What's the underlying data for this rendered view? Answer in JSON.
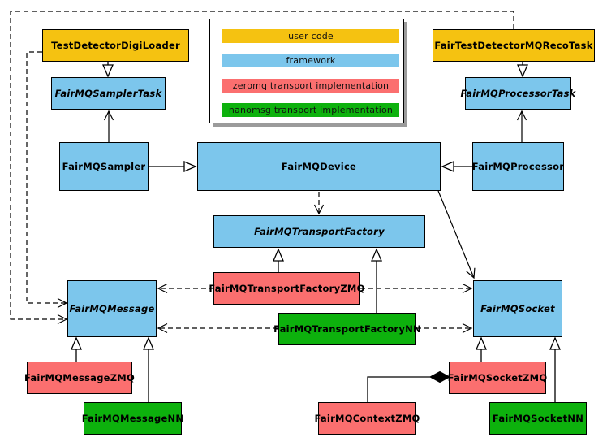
{
  "colors": {
    "user_code": "#F5C211",
    "framework": "#7CC6EC",
    "zeromq": "#FB6F6F",
    "nanomsg": "#0DB10D"
  },
  "legend": {
    "items": [
      {
        "label": "user code",
        "color": "#F5C211"
      },
      {
        "label": "framework",
        "color": "#7CC6EC"
      },
      {
        "label": "zeromq transport implementation",
        "color": "#FB6F6F"
      },
      {
        "label": "nanomsg transport implementation",
        "color": "#0DB10D"
      }
    ]
  },
  "nodes": {
    "test_detector_digi_loader": {
      "label": "TestDetectorDigiLoader",
      "category": "user code",
      "abstract": false
    },
    "fair_test_detector_mq_reco_task": {
      "label": "FairTestDetectorMQRecoTask",
      "category": "user code",
      "abstract": false
    },
    "fairmq_sampler_task": {
      "label": "FairMQSamplerTask",
      "category": "framework",
      "abstract": true
    },
    "fairmq_processor_task": {
      "label": "FairMQProcessorTask",
      "category": "framework",
      "abstract": true
    },
    "fairmq_sampler": {
      "label": "FairMQSampler",
      "category": "framework",
      "abstract": false
    },
    "fairmq_device": {
      "label": "FairMQDevice",
      "category": "framework",
      "abstract": false
    },
    "fairmq_processor": {
      "label": "FairMQProcessor",
      "category": "framework",
      "abstract": false
    },
    "fairmq_transport_factory": {
      "label": "FairMQTransportFactory",
      "category": "framework",
      "abstract": true
    },
    "fairmq_transport_factory_zmq": {
      "label": "FairMQTransportFactoryZMQ",
      "category": "zeromq transport implementation",
      "abstract": false
    },
    "fairmq_transport_factory_nn": {
      "label": "FairMQTransportFactoryNN",
      "category": "nanomsg transport implementation",
      "abstract": false
    },
    "fairmq_message": {
      "label": "FairMQMessage",
      "category": "framework",
      "abstract": true
    },
    "fairmq_socket": {
      "label": "FairMQSocket",
      "category": "framework",
      "abstract": true
    },
    "fairmq_message_zmq": {
      "label": "FairMQMessageZMQ",
      "category": "zeromq transport implementation",
      "abstract": false
    },
    "fairmq_message_nn": {
      "label": "FairMQMessageNN",
      "category": "nanomsg transport implementation",
      "abstract": false
    },
    "fairmq_context_zmq": {
      "label": "FairMQContextZMQ",
      "category": "zeromq transport implementation",
      "abstract": false
    },
    "fairmq_socket_zmq": {
      "label": "FairMQSocketZMQ",
      "category": "zeromq transport implementation",
      "abstract": false
    },
    "fairmq_socket_nn": {
      "label": "FairMQSocketNN",
      "category": "nanomsg transport implementation",
      "abstract": false
    }
  },
  "edges": [
    {
      "from": "TestDetectorDigiLoader",
      "to": "FairMQSamplerTask",
      "relation": "inheritance"
    },
    {
      "from": "FairTestDetectorMQRecoTask",
      "to": "FairMQProcessorTask",
      "relation": "inheritance"
    },
    {
      "from": "FairMQSampler",
      "to": "FairMQDevice",
      "relation": "inheritance"
    },
    {
      "from": "FairMQProcessor",
      "to": "FairMQDevice",
      "relation": "inheritance"
    },
    {
      "from": "FairMQSampler",
      "to": "FairMQSamplerTask",
      "relation": "association"
    },
    {
      "from": "FairMQProcessor",
      "to": "FairMQProcessorTask",
      "relation": "association"
    },
    {
      "from": "FairMQDevice",
      "to": "FairMQTransportFactory",
      "relation": "dependency"
    },
    {
      "from": "FairMQDevice",
      "to": "FairMQSocket",
      "relation": "association"
    },
    {
      "from": "FairMQTransportFactoryZMQ",
      "to": "FairMQTransportFactory",
      "relation": "inheritance"
    },
    {
      "from": "FairMQTransportFactoryNN",
      "to": "FairMQTransportFactory",
      "relation": "inheritance"
    },
    {
      "from": "FairMQTransportFactoryZMQ",
      "to": "FairMQMessage",
      "relation": "dependency"
    },
    {
      "from": "FairMQTransportFactoryZMQ",
      "to": "FairMQSocket",
      "relation": "dependency"
    },
    {
      "from": "FairMQTransportFactoryNN",
      "to": "FairMQMessage",
      "relation": "dependency"
    },
    {
      "from": "FairMQTransportFactoryNN",
      "to": "FairMQSocket",
      "relation": "dependency"
    },
    {
      "from": "TestDetectorDigiLoader",
      "to": "FairMQMessage",
      "relation": "dependency"
    },
    {
      "from": "FairTestDetectorMQRecoTask",
      "to": "FairMQMessage",
      "relation": "dependency"
    },
    {
      "from": "FairMQMessageZMQ",
      "to": "FairMQMessage",
      "relation": "inheritance"
    },
    {
      "from": "FairMQMessageNN",
      "to": "FairMQMessage",
      "relation": "inheritance"
    },
    {
      "from": "FairMQSocketZMQ",
      "to": "FairMQSocket",
      "relation": "inheritance"
    },
    {
      "from": "FairMQSocketNN",
      "to": "FairMQSocket",
      "relation": "inheritance"
    },
    {
      "from": "FairMQContextZMQ",
      "to": "FairMQSocketZMQ",
      "relation": "composition"
    }
  ]
}
